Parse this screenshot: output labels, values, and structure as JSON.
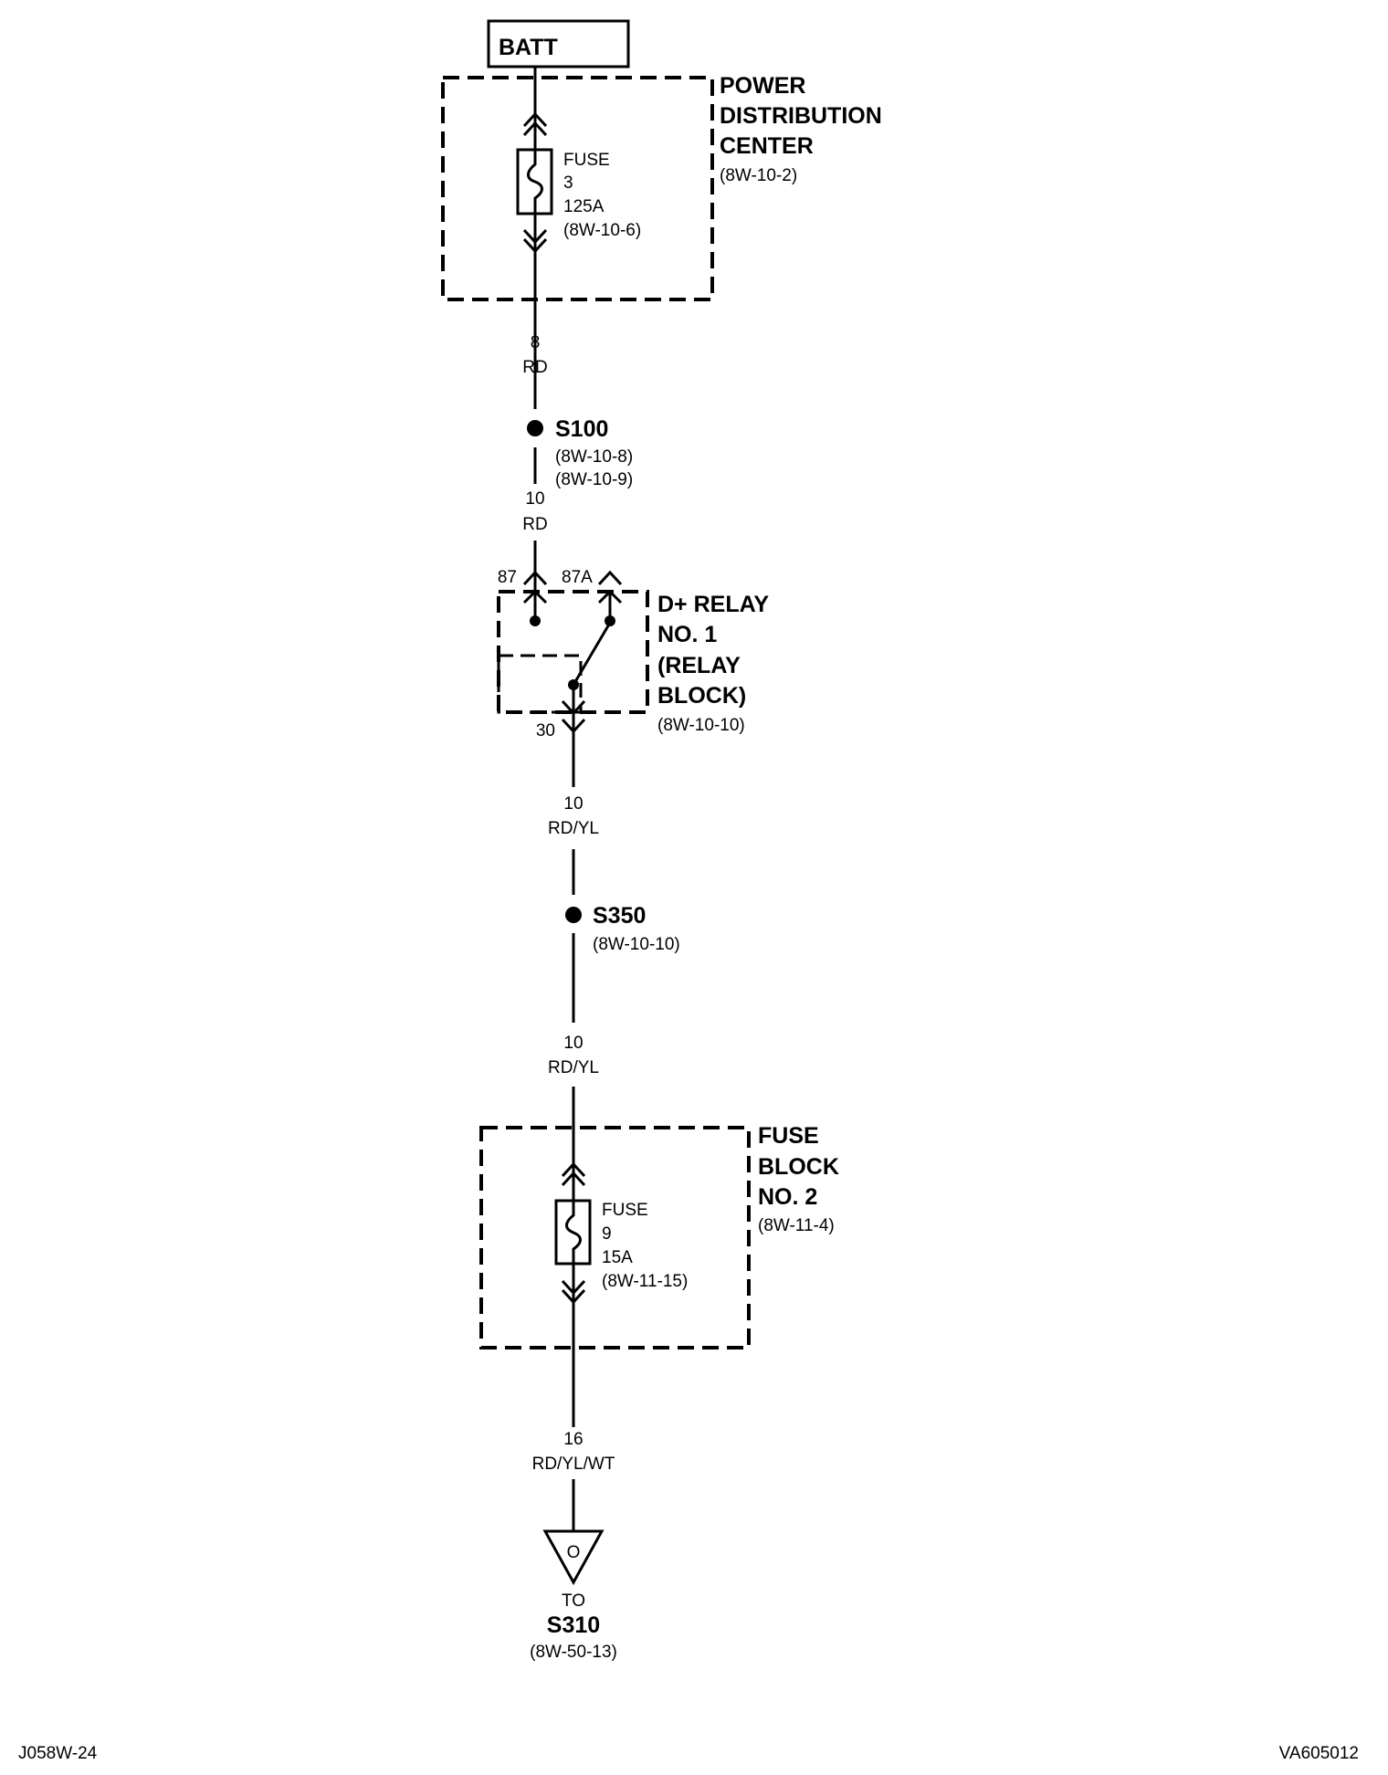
{
  "batt": {
    "label": "BATT"
  },
  "pdc": {
    "name_lines": [
      "POWER",
      "DISTRIBUTION",
      "CENTER"
    ],
    "ref": "(8W-10-2)",
    "fuse": {
      "lines": [
        "FUSE",
        "3",
        "125A",
        "(8W-10-6)"
      ]
    }
  },
  "wire1": {
    "gauge": "8",
    "color": "RD"
  },
  "splice1": {
    "name": "S100",
    "refs": [
      "(8W-10-8)",
      "(8W-10-9)"
    ]
  },
  "wire2": {
    "gauge": "10",
    "color": "RD"
  },
  "relay": {
    "name_lines": [
      "D+ RELAY",
      "NO. 1",
      "(RELAY",
      "BLOCK)"
    ],
    "ref": "(8W-10-10)",
    "pins": {
      "left_top": "87",
      "right_top": "87A",
      "bottom": "30"
    }
  },
  "wire3": {
    "gauge": "10",
    "color": "RD/YL"
  },
  "splice2": {
    "name": "S350",
    "ref": "(8W-10-10)"
  },
  "wire4": {
    "gauge": "10",
    "color": "RD/YL"
  },
  "fuseblock": {
    "name_lines": [
      "FUSE",
      "BLOCK",
      "NO. 2"
    ],
    "ref": "(8W-11-4)",
    "fuse": {
      "lines": [
        "FUSE",
        "9",
        "15A",
        "(8W-11-15)"
      ]
    }
  },
  "wire5": {
    "gauge": "16",
    "color": "RD/YL/WT"
  },
  "connector": {
    "symbol": "O",
    "to_label": "TO",
    "name": "S310",
    "ref": "(8W-50-13)"
  },
  "footer": {
    "left": "J058W-24",
    "right": "VA605012"
  }
}
